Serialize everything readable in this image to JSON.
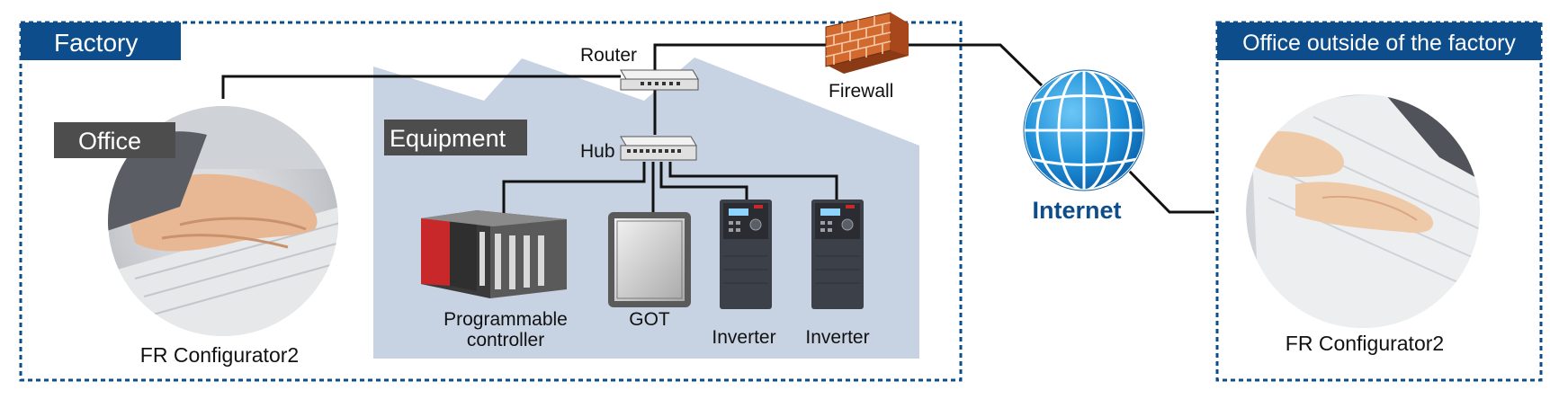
{
  "factory": {
    "title": "Factory",
    "office_label": "Office",
    "office_caption": "FR Configurator2",
    "equipment_label": "Equipment",
    "router_label": "Router",
    "hub_label": "Hub",
    "firewall_label": "Firewall",
    "devices": {
      "plc_line1": "Programmable",
      "plc_line2": "controller",
      "got": "GOT",
      "inverter1": "Inverter",
      "inverter2": "Inverter"
    }
  },
  "internet": {
    "label": "Internet"
  },
  "remote_office": {
    "title": "Office outside of the factory",
    "caption": "FR Configurator2"
  },
  "colors": {
    "brand_blue": "#0d4d8c",
    "equipment_bg": "#c7d2e3",
    "label_gray": "#4d4d4d",
    "globe_blue": "#1d8fd8",
    "brick_red": "#c05a2a"
  }
}
